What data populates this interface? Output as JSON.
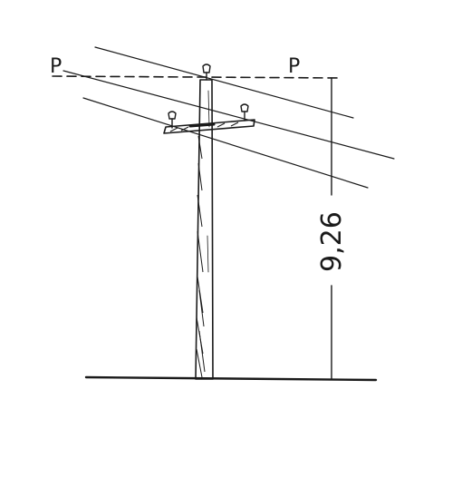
{
  "plane": {
    "left_label": "P",
    "right_label": "P"
  },
  "dimension": {
    "value": "9,26"
  },
  "colors": {
    "ink": "#1a1a1a",
    "paper": "#ffffff"
  }
}
